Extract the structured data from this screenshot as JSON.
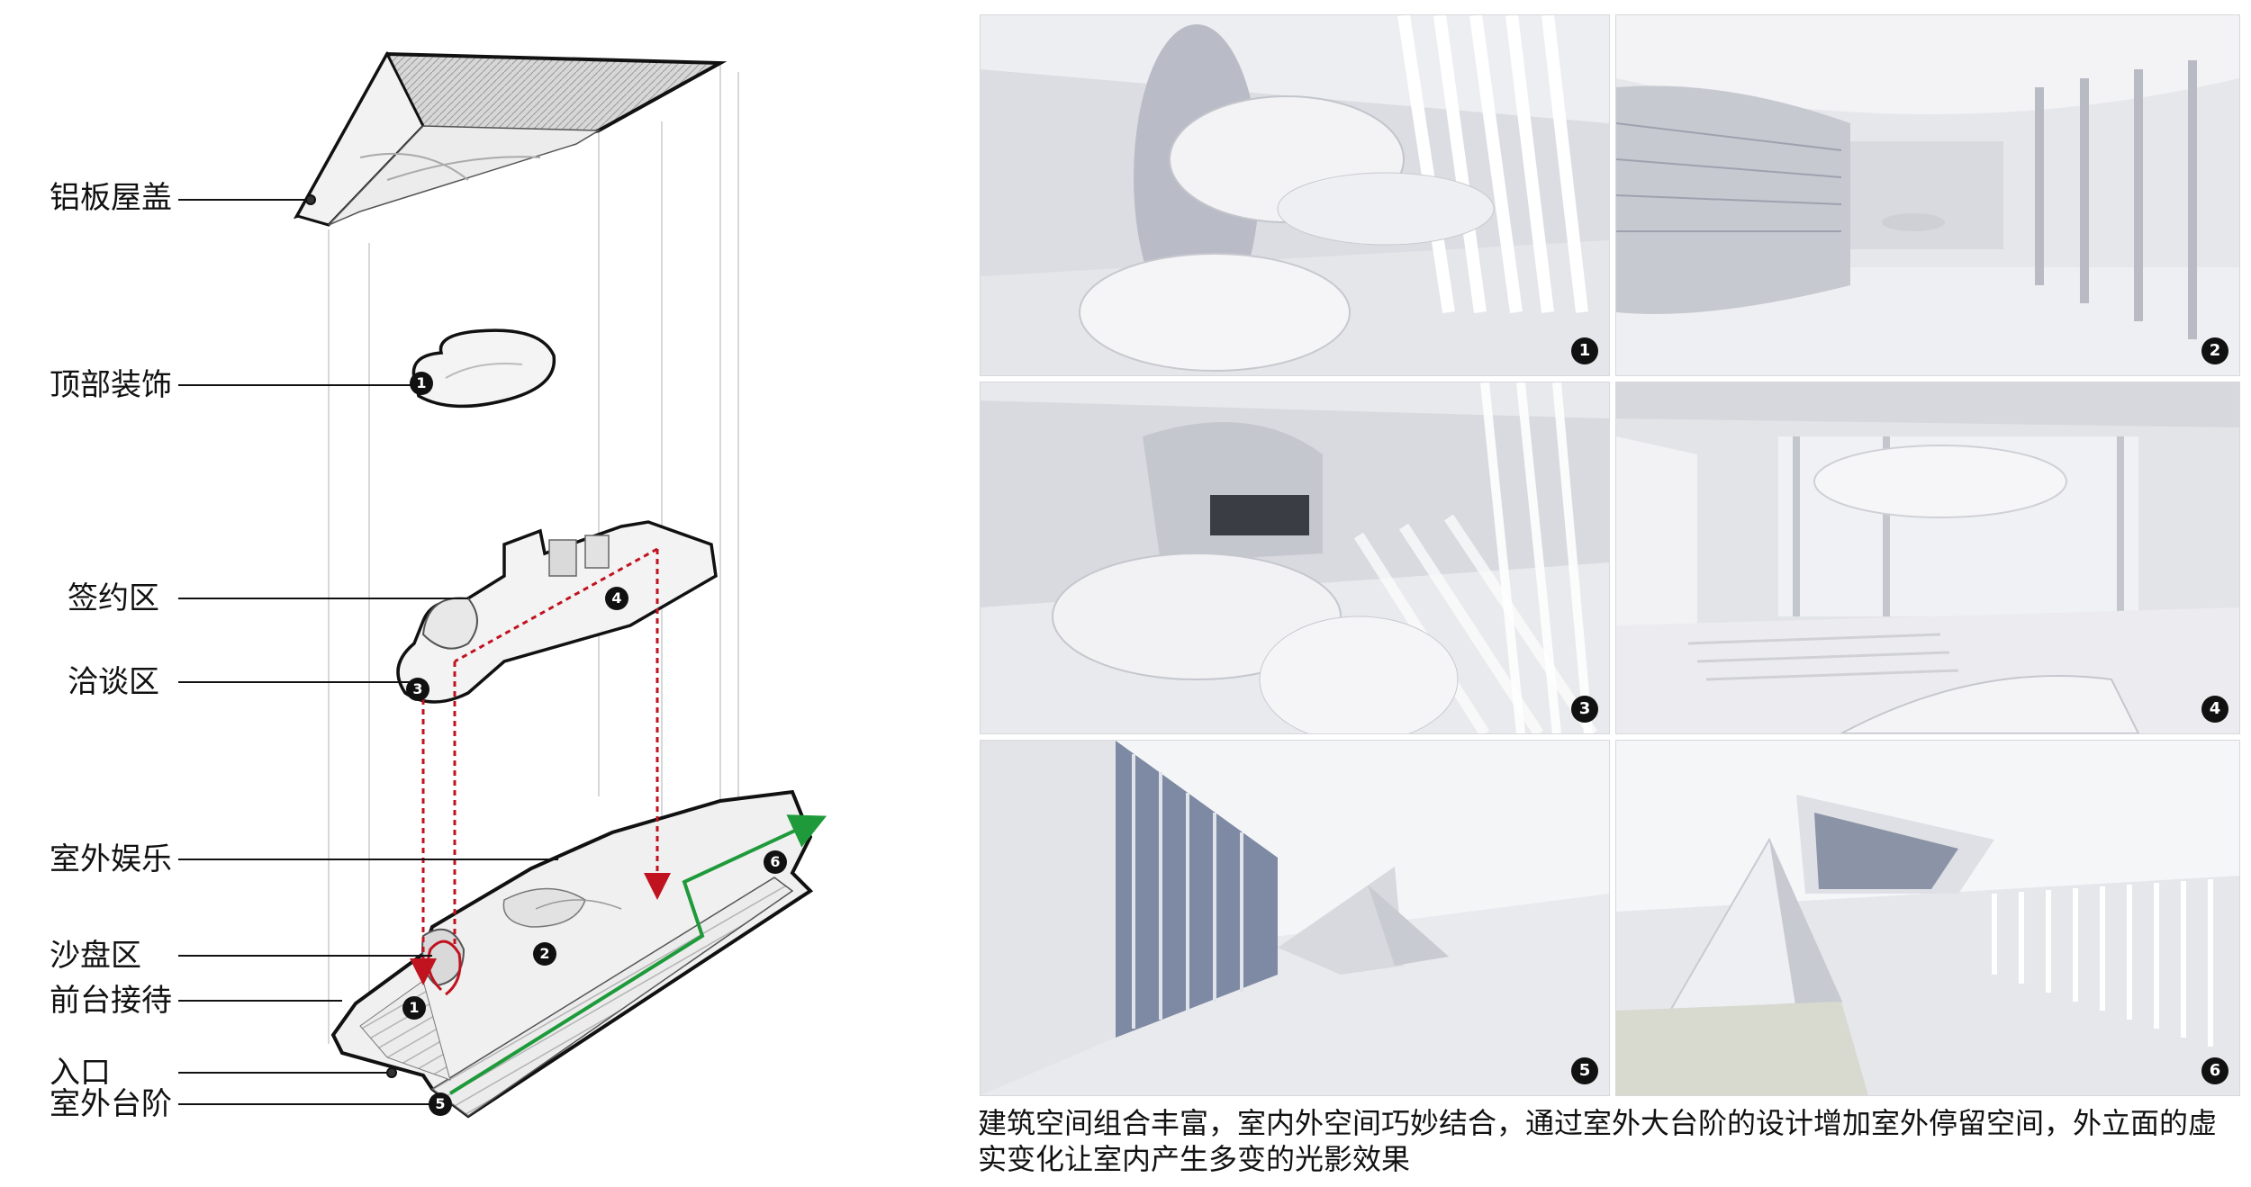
{
  "diagram": {
    "labels": {
      "roof": "铝板屋盖",
      "ceiling_decor": "顶部装饰",
      "signing_zone": "签约区",
      "negotiation_zone": "洽谈区",
      "outdoor_entertainment": "室外娱乐",
      "sand_table": "沙盘区",
      "reception": "前台接待",
      "entrance": "入口",
      "outdoor_steps": "室外台阶"
    },
    "markers": [
      "1",
      "2",
      "3",
      "4",
      "5",
      "6"
    ],
    "colors": {
      "route_red": "#c0121f",
      "route_green": "#1e9a3a",
      "outline": "#111111"
    }
  },
  "renders": [
    {
      "number": "1"
    },
    {
      "number": "2"
    },
    {
      "number": "3"
    },
    {
      "number": "4"
    },
    {
      "number": "5"
    },
    {
      "number": "6"
    }
  ],
  "caption": "建筑空间组合丰富，室内外空间巧妙结合，通过室外大台阶的设计增加室外停留空间，外立面的虚实变化让室内产生多变的光影效果"
}
